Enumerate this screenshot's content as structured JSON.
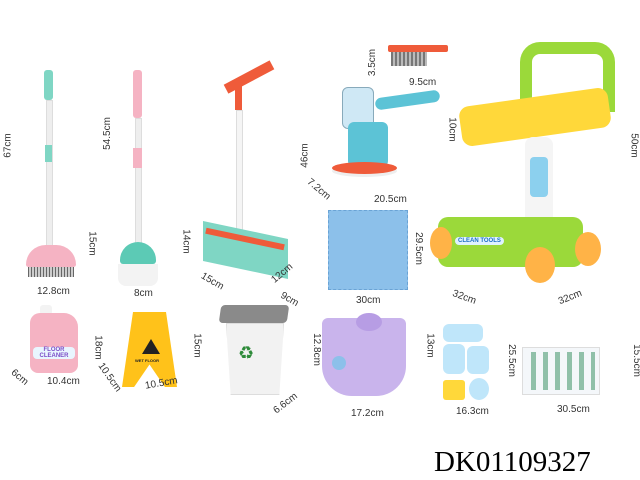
{
  "product_code": "DK01109327",
  "items": {
    "broom": {
      "height": "67cm",
      "head_height": "15cm",
      "width": "12.8cm"
    },
    "mop": {
      "height": "54.5cm",
      "head_height": "14cm",
      "width": "8cm"
    },
    "dustpan": {
      "height": "46cm",
      "length": "15cm",
      "width": "12cm"
    },
    "brush": {
      "height": "3.5cm",
      "width": "9.5cm"
    },
    "vacuum": {
      "height": "10cm",
      "depth": "7.2cm",
      "width": "20.5cm"
    },
    "cloth": {
      "height": "29.5cm",
      "width": "30cm"
    },
    "cart": {
      "height": "50cm",
      "depth": "32cm",
      "width": "32cm",
      "logo": "CLEAN TOOLS"
    },
    "bottle": {
      "height": "18cm",
      "depth": "6cm",
      "width": "10.4cm",
      "logo": "FLOOR CLEANER"
    },
    "sign": {
      "height": "15cm",
      "depth": "10.5cm",
      "width": "10.5cm",
      "logo": "WET FLOOR"
    },
    "bin": {
      "depth": "9cm",
      "height": "12.8cm",
      "width": "6.6cm"
    },
    "bucket": {
      "height": "13cm",
      "width": "17.2cm"
    },
    "stickers": {
      "height": "25.5cm",
      "width": "16.3cm"
    },
    "card": {
      "height": "15.5cm",
      "width": "30.5cm"
    }
  },
  "colors": {
    "teal": "#7fd6c4",
    "pink": "#f5b3c3",
    "orange": "#ef5b3a",
    "green": "#9bd93a",
    "yellow": "#ffd83a",
    "purple": "#c9b4ec",
    "blue": "#8cc0ea",
    "gray": "#8a8a8a"
  }
}
